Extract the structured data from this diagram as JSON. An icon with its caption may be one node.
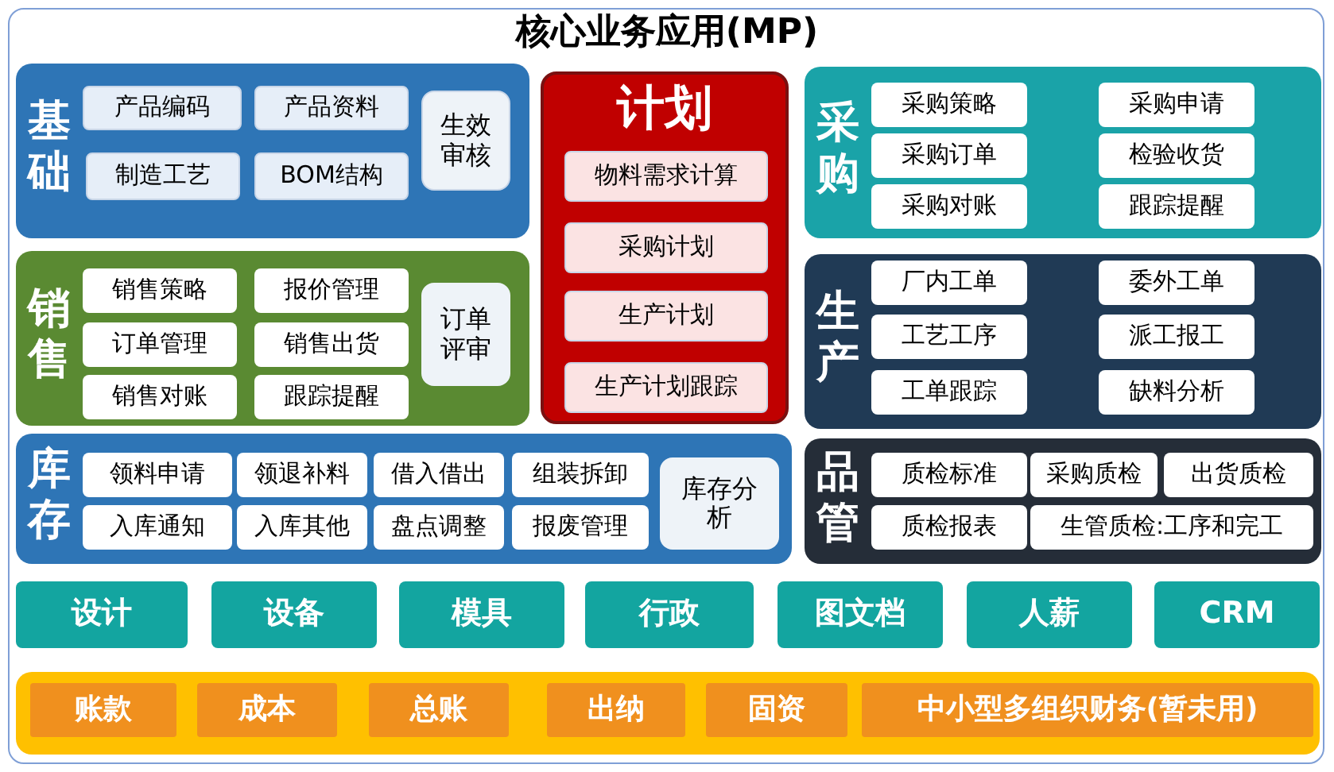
{
  "diagram": {
    "title": "核心业务应用(MP)",
    "nodes": [
      {
        "text": [
          "基础"
        ]
      },
      {
        "text": [
          "产品编码"
        ],
        "in": 0
      },
      {
        "text": [
          "产品资料"
        ],
        "in": 0
      },
      {
        "text": [
          "生效审核"
        ],
        "in": 0
      },
      {
        "text": [
          "制造工艺"
        ],
        "in": 0
      },
      {
        "text": [
          "BOM结构"
        ],
        "in": 0
      },
      {
        "text": [
          "计划"
        ]
      },
      {
        "text": [
          "物料需求计算"
        ],
        "in": 6
      },
      {
        "text": [
          "采购计划"
        ],
        "in": 6
      },
      {
        "text": [
          "生产计划"
        ],
        "in": 6
      },
      {
        "text": [
          "生产计划跟踪"
        ],
        "in": 6
      },
      {
        "text": [
          "采购"
        ]
      },
      {
        "text": [
          "采购策略"
        ],
        "in": 11
      },
      {
        "text": [
          "采购申请"
        ],
        "in": 11
      },
      {
        "text": [
          "采购订单"
        ],
        "in": 11
      },
      {
        "text": [
          "检验收货"
        ],
        "in": 11
      },
      {
        "text": [
          "采购对账"
        ],
        "in": 11
      },
      {
        "text": [
          "跟踪提醒"
        ],
        "in": 11
      },
      {
        "text": [
          "销售"
        ]
      },
      {
        "text": [
          "销售策略"
        ],
        "in": 18
      },
      {
        "text": [
          "报价管理"
        ],
        "in": 18
      },
      {
        "text": [
          "订单评审"
        ],
        "in": 18
      },
      {
        "text": [
          "订单管理"
        ],
        "in": 18
      },
      {
        "text": [
          "销售出货"
        ],
        "in": 18
      },
      {
        "text": [
          "销售对账"
        ],
        "in": 18
      },
      {
        "text": [
          "跟踪提醒"
        ],
        "in": 18
      },
      {
        "text": [
          "生产"
        ]
      },
      {
        "text": [
          "厂内工单"
        ],
        "in": 26
      },
      {
        "text": [
          "委外工单"
        ],
        "in": 26
      },
      {
        "text": [
          "工艺工序"
        ],
        "in": 26
      },
      {
        "text": [
          "派工报工"
        ],
        "in": 26
      },
      {
        "text": [
          "工单跟踪"
        ],
        "in": 26
      },
      {
        "text": [
          "缺料分析"
        ],
        "in": 26
      },
      {
        "text": [
          "库存"
        ]
      },
      {
        "text": [
          "领料申请"
        ],
        "in": 33
      },
      {
        "text": [
          "领退补料"
        ],
        "in": 33
      },
      {
        "text": [
          "借入借出"
        ],
        "in": 33
      },
      {
        "text": [
          "组装拆卸"
        ],
        "in": 33
      },
      {
        "text": [
          "库存分析"
        ],
        "in": 33
      },
      {
        "text": [
          "入库通知"
        ],
        "in": 33
      },
      {
        "text": [
          "入库其他"
        ],
        "in": 33
      },
      {
        "text": [
          "盘点调整"
        ],
        "in": 33
      },
      {
        "text": [
          "报废管理"
        ],
        "in": 33
      },
      {
        "text": [
          "品管"
        ]
      },
      {
        "text": [
          "质检标准"
        ],
        "in": 43
      },
      {
        "text": [
          "采购质检"
        ],
        "in": 43
      },
      {
        "text": [
          "出货质检"
        ],
        "in": 43
      },
      {
        "text": [
          "质检报表"
        ],
        "in": 43
      },
      {
        "text": [
          "生管质检:工序和完工"
        ],
        "in": 43
      },
      {
        "text": [
          "设计"
        ]
      },
      {
        "text": [
          "设备"
        ]
      },
      {
        "text": [
          "模具"
        ]
      },
      {
        "text": [
          "行政"
        ]
      },
      {
        "text": [
          "图文档"
        ]
      },
      {
        "text": [
          "人薪"
        ]
      },
      {
        "text": [
          "CRM"
        ]
      },
      {
        "text": [],
        "shape": "box"
      },
      {
        "text": [
          "账款"
        ],
        "in": 56
      },
      {
        "text": [
          "成本"
        ],
        "in": 56
      },
      {
        "text": [
          "总账"
        ],
        "in": 56
      },
      {
        "text": [
          "出纳"
        ],
        "in": 56
      },
      {
        "text": [
          "固资"
        ],
        "in": 56
      },
      {
        "text": [
          "中小型多组织财务(暂未用)"
        ],
        "in": 56
      }
    ]
  }
}
